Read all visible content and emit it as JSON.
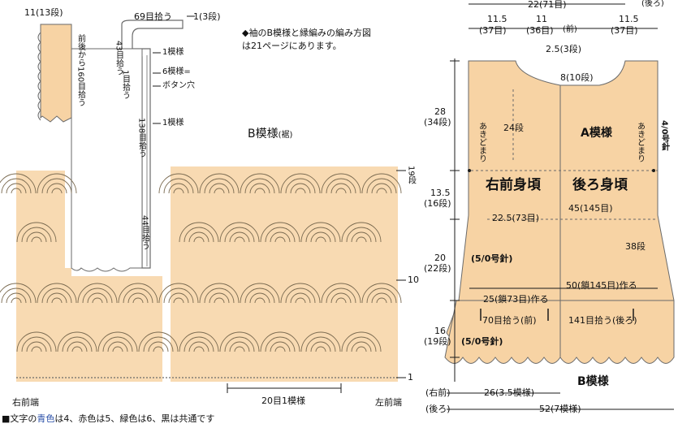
{
  "colors": {
    "peach": "#f7d3a4",
    "line": "#6a6a6a",
    "arrow": "#1a1a1a",
    "lavender": "#cfc9e4",
    "blue": "#2a4fa8"
  },
  "note": {
    "line1": "◆袖のB模様と縁編みの編み方図",
    "line2": "は21ページにあります。"
  },
  "left": {
    "top_label": "11(13段)",
    "v_front": "前後から160目拾う",
    "count69": "69目拾う",
    "step3": "1(3段)",
    "v43": "43目拾う",
    "v1mod": "1目拾う",
    "mark_a1": "1模様",
    "mark_6": "6模様=",
    "buttonhole": "ボタン穴",
    "v138": "138目拾う",
    "mark_b1": "1模様",
    "v44": "44目拾う",
    "pattern_title": "B模様",
    "pattern_sub": "(裾)",
    "r19": "19段",
    "r10": "10",
    "r1": "1",
    "right_front_end": "右前端",
    "left_front_end": "左前端",
    "one_repeat": "20目1模様",
    "footnote_lead": "■文字の",
    "footnote_blue": "青色",
    "footnote_rest": "は4、赤色は5、緑色は6、黒は共通です"
  },
  "right": {
    "top_total": "22(71目)",
    "top_right": "(後ろ)",
    "w1": "11.5",
    "w1b": "(37目)",
    "w2": "11",
    "w2b": "(36目)",
    "w2c": "(前)",
    "w3": "11.5",
    "w3b": "(37目)",
    "neck1": "2.5(3段)",
    "neck2": "8(10段)",
    "h28": "28",
    "h28b": "(34段)",
    "h135": "13.5",
    "h135b": "(16段)",
    "h20": "20",
    "h20b": "(22段)",
    "h16": "16",
    "h16b": "(19段)",
    "stop_left": "あきどまり",
    "stop_right": "あきどまり",
    "r24": "24段",
    "a_pattern": "A模様",
    "hook_top": "4/0号針",
    "front_body": "右前身頃",
    "back_body": "後ろ身頃",
    "w225": "22.5(73目)",
    "w45": "45(145目)",
    "r38": "38段",
    "hook_mid": "(5/0号針)",
    "w25": "25(鎖73目)作る",
    "w50": "50(鎖145目)作る",
    "pick70": "70目拾う(前)",
    "pick141": "141目拾う(後ろ)",
    "hook_low": "(5/0号針)",
    "b_pattern": "B模様",
    "bottom_rf": "(右前)",
    "bottom_26": "26(3.5模様)",
    "bottom_back": "(後ろ)",
    "bottom_52": "52(7模様)"
  }
}
